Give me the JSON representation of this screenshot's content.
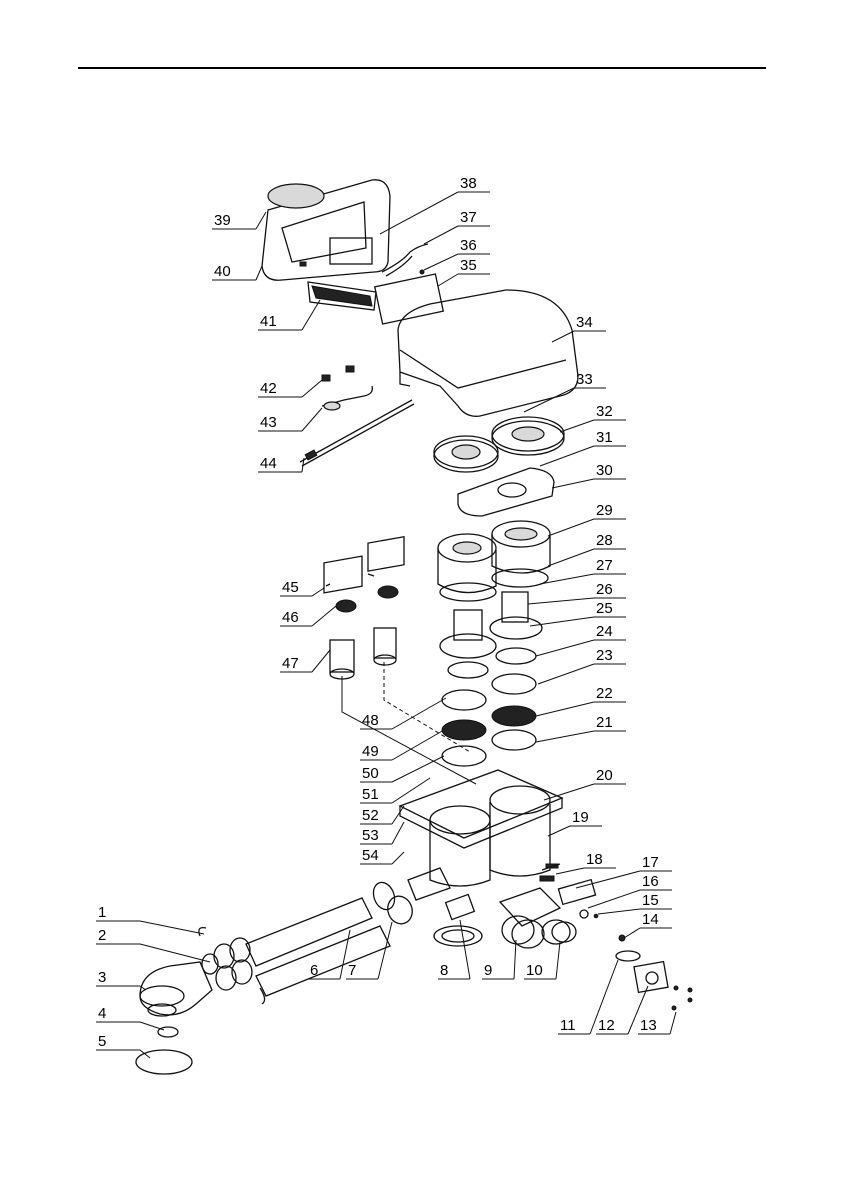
{
  "diagram": {
    "callouts": [
      {
        "n": "1"
      },
      {
        "n": "2"
      },
      {
        "n": "3"
      },
      {
        "n": "4"
      },
      {
        "n": "5"
      },
      {
        "n": "6"
      },
      {
        "n": "7"
      },
      {
        "n": "8"
      },
      {
        "n": "9"
      },
      {
        "n": "10"
      },
      {
        "n": "11"
      },
      {
        "n": "12"
      },
      {
        "n": "13"
      },
      {
        "n": "14"
      },
      {
        "n": "15"
      },
      {
        "n": "16"
      },
      {
        "n": "17"
      },
      {
        "n": "18"
      },
      {
        "n": "19"
      },
      {
        "n": "20"
      },
      {
        "n": "21"
      },
      {
        "n": "22"
      },
      {
        "n": "23"
      },
      {
        "n": "24"
      },
      {
        "n": "25"
      },
      {
        "n": "26"
      },
      {
        "n": "27"
      },
      {
        "n": "28"
      },
      {
        "n": "29"
      },
      {
        "n": "30"
      },
      {
        "n": "31"
      },
      {
        "n": "32"
      },
      {
        "n": "33"
      },
      {
        "n": "34"
      },
      {
        "n": "35"
      },
      {
        "n": "36"
      },
      {
        "n": "37"
      },
      {
        "n": "38"
      },
      {
        "n": "39"
      },
      {
        "n": "40"
      },
      {
        "n": "41"
      },
      {
        "n": "42"
      },
      {
        "n": "43"
      },
      {
        "n": "44"
      },
      {
        "n": "45"
      },
      {
        "n": "46"
      },
      {
        "n": "47"
      },
      {
        "n": "48"
      },
      {
        "n": "49"
      },
      {
        "n": "50"
      },
      {
        "n": "51"
      },
      {
        "n": "52"
      },
      {
        "n": "53"
      },
      {
        "n": "54"
      }
    ]
  }
}
